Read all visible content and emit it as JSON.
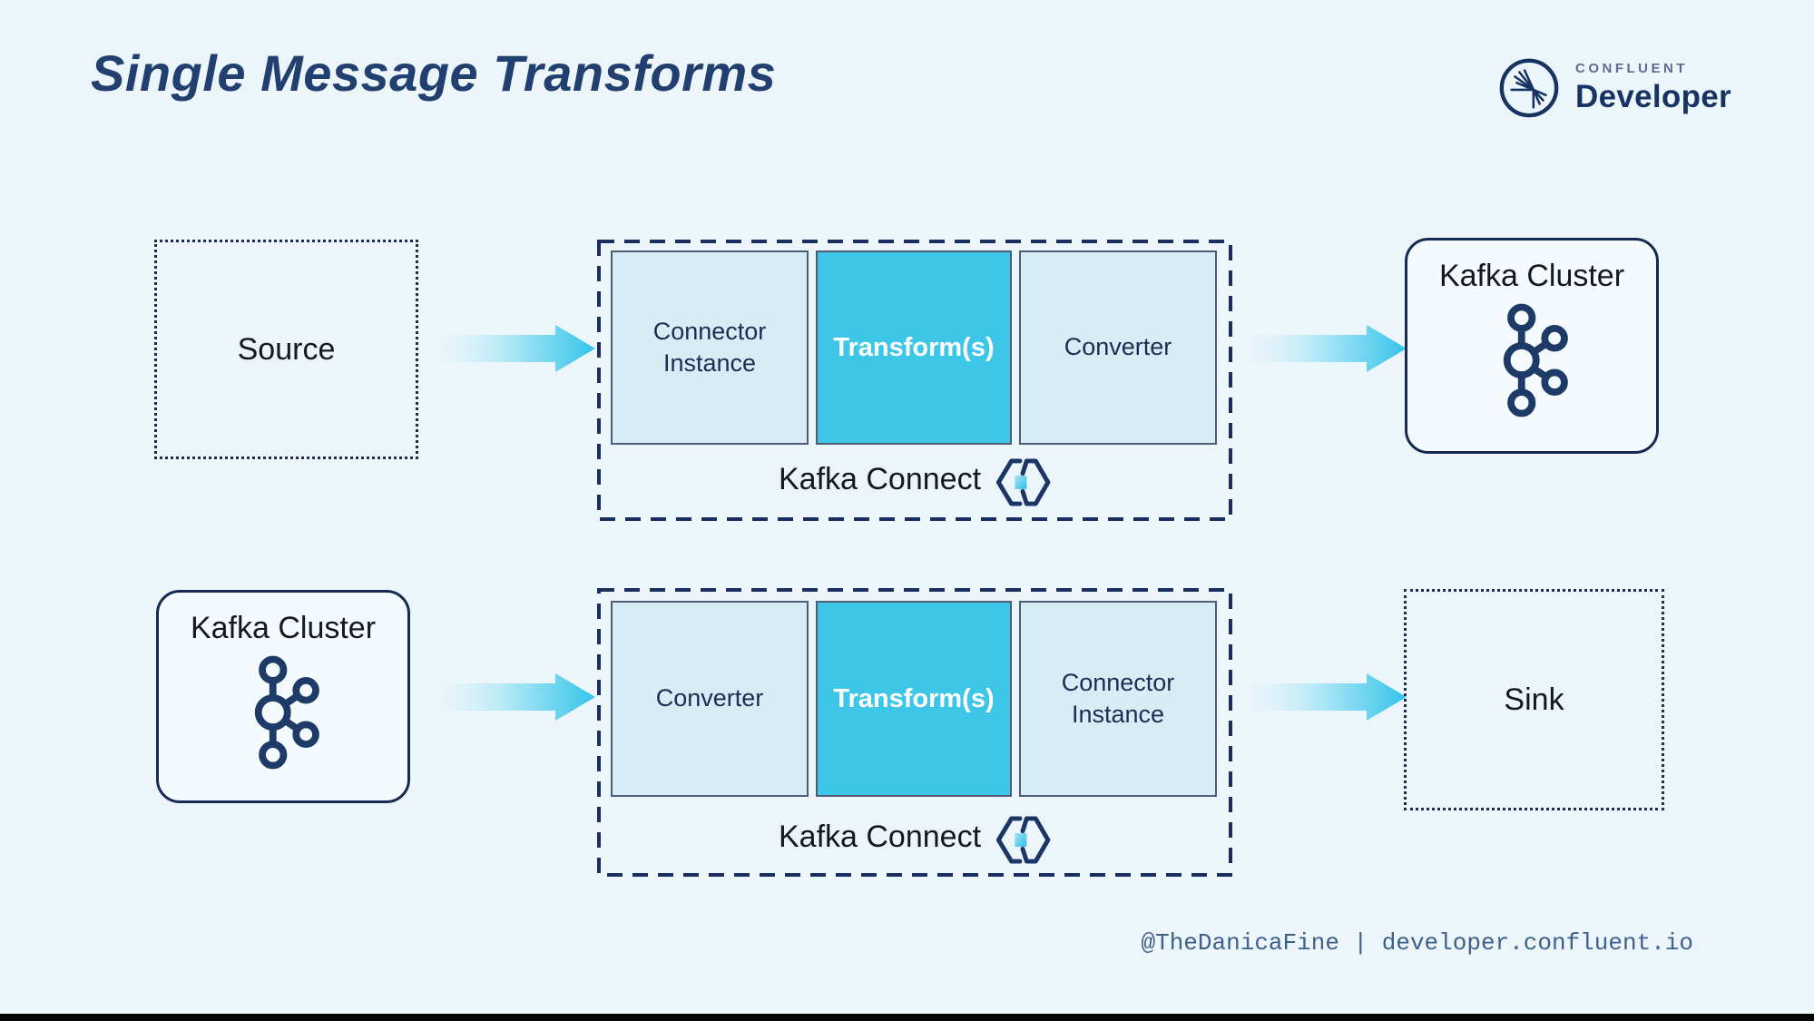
{
  "title": "Single Message Transforms",
  "brand": {
    "confluent": "CONFLUENT",
    "developer": "Developer"
  },
  "flows": [
    {
      "input": "Source",
      "stages": [
        "Connector Instance",
        "Transform(s)",
        "Converter"
      ],
      "platform": "Kafka Connect",
      "output": "Kafka Cluster"
    },
    {
      "input": "Kafka Cluster",
      "stages": [
        "Converter",
        "Transform(s)",
        "Connector Instance"
      ],
      "platform": "Kafka Connect",
      "output": "Sink"
    }
  ],
  "footer": {
    "text": "@TheDanicaFine | developer.confluent.io"
  },
  "icons": {
    "confluent_spark": "confluent-spark-icon",
    "kafka": "kafka-logo-icon",
    "kafka_connect": "kafka-connect-hexagon-icon",
    "flow_arrow": "right-arrow-gradient"
  },
  "colors": {
    "background": "#ecf5fa",
    "navy": "#173361",
    "title_navy": "#21406f",
    "dash_navy": "#1b2f5e",
    "accent_cyan": "#3ec6e9",
    "stage_light_fill": "#d7edf5",
    "stage_text_navy": "#1e2b52",
    "label_dark": "#15191f",
    "footer_blue": "#3e608a",
    "bottom_bar": "#050505"
  }
}
